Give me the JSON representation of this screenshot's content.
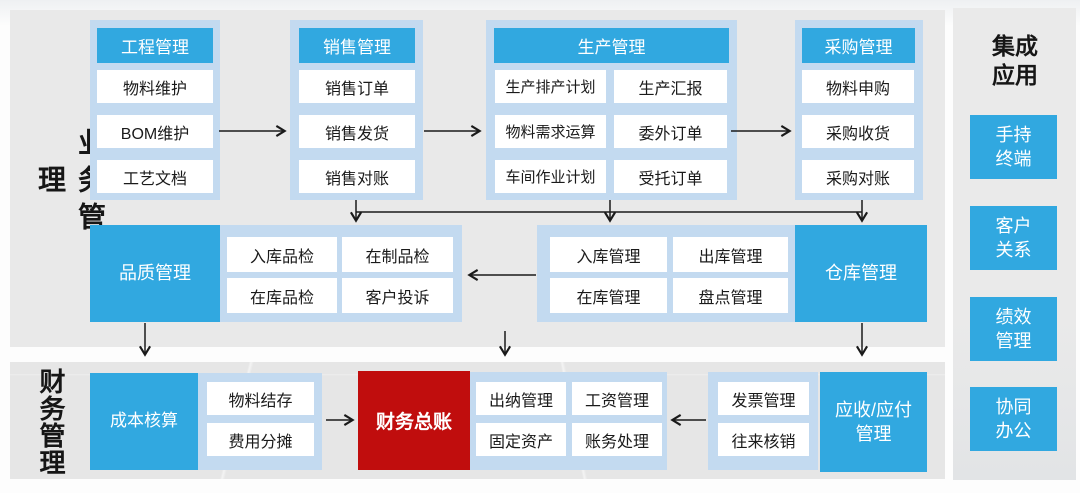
{
  "labels": {
    "business": "业务管理",
    "finance": "财务管理",
    "integration": "集成应用"
  },
  "columns": [
    {
      "header": "工程管理",
      "items": [
        "物料维护",
        "BOM维护",
        "工艺文档"
      ]
    },
    {
      "header": "销售管理",
      "items": [
        "销售订单",
        "销售发货",
        "销售对账"
      ]
    },
    {
      "header": "生产管理",
      "left_items": [
        "生产排产计划",
        "物料需求运算",
        "车间作业计划"
      ],
      "right_items": [
        "生产汇报",
        "委外订单",
        "受托订单"
      ]
    },
    {
      "header": "采购管理",
      "items": [
        "物料申购",
        "采购收货",
        "采购对账"
      ]
    }
  ],
  "middle": {
    "quality": {
      "label": "品质管理",
      "items": [
        "入库品检",
        "在制品检",
        "在库品检",
        "客户投诉"
      ]
    },
    "warehouse": {
      "label": "仓库管理",
      "items": [
        "入库管理",
        "出库管理",
        "在库管理",
        "盘点管理"
      ]
    }
  },
  "finance_row": {
    "cost": {
      "label": "成本核算",
      "items": [
        "物料结存",
        "费用分摊"
      ]
    },
    "general_ledger": "财务总账",
    "ledger_items": [
      "出纳管理",
      "工资管理",
      "固定资产",
      "账务处理"
    ],
    "receivable": {
      "label": "应收/应付管理",
      "items": [
        "发票管理",
        "往来核销"
      ]
    }
  },
  "integration_apps": [
    "手持终端",
    "客户关系",
    "绩效管理",
    "协同办公"
  ],
  "colors": {
    "primary_blue": "#31a8e0",
    "light_blue": "#c3daf0",
    "accent_red": "#c00d0d",
    "panel_gray": "#e9e9e9",
    "arrow": "#1a1a1a"
  }
}
